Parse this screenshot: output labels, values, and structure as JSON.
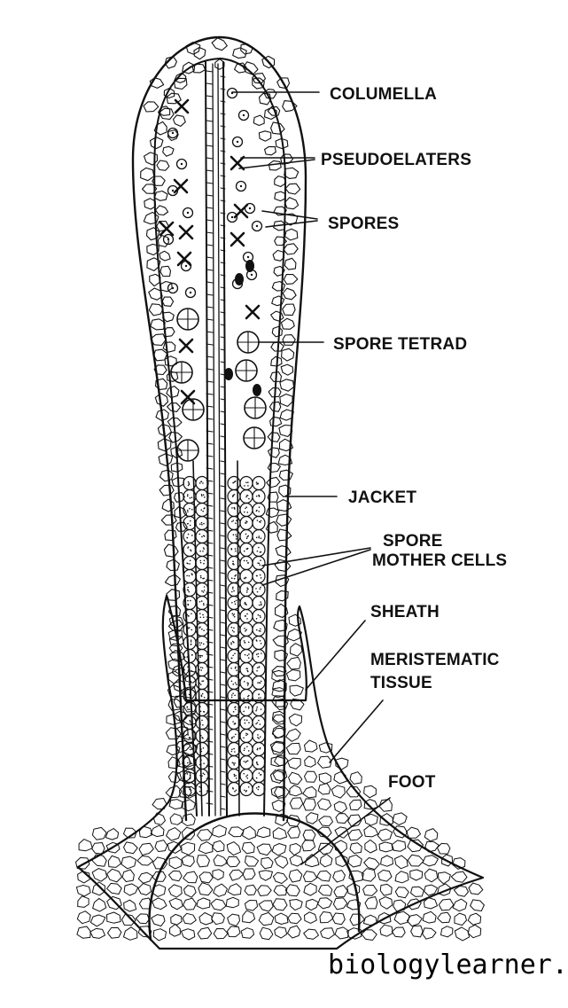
{
  "diagram": {
    "labels": {
      "columella": "COLUMELLA",
      "pseudoelaters": "PSEUDOELATERS",
      "spores": "SPORES",
      "spore_tetrad": "SPORE TETRAD",
      "jacket": "JACKET",
      "spore_mother_cells_1": "SPORE",
      "spore_mother_cells_2": "MOTHER CELLS",
      "sheath": "SHEATH",
      "meristematic_1": "MERISTEMATIC",
      "meristematic_2": "TISSUE",
      "foot": "FOOT"
    },
    "watermark": "biologylearner.com"
  }
}
